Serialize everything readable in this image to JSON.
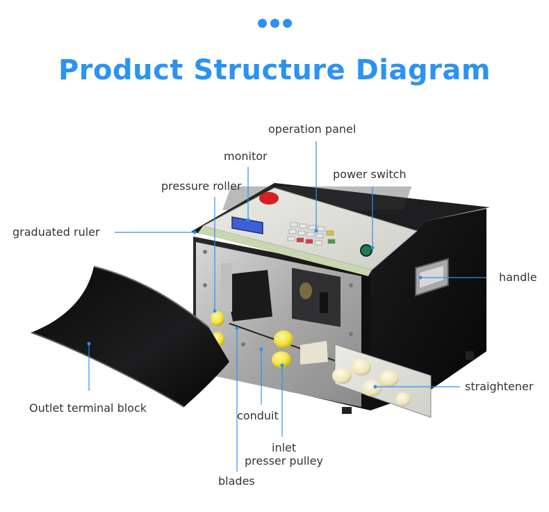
{
  "title": "Product Structure Diagram",
  "colors": {
    "accent": "#2b93f2",
    "leader": "#2f8ff0",
    "label": "#333333"
  },
  "labels": {
    "operation_panel": "operation panel",
    "monitor": "monitor",
    "power_switch": "power switch",
    "pressure_roller": "pressure roller",
    "graduated_ruler": "graduated ruler",
    "handle": "handle",
    "straightener": "straightener",
    "outlet_terminal_block": "Outlet terminal block",
    "conduit": "conduit",
    "inlet": "inlet",
    "presser_pulley": "presser pulley",
    "blades": "blades"
  }
}
